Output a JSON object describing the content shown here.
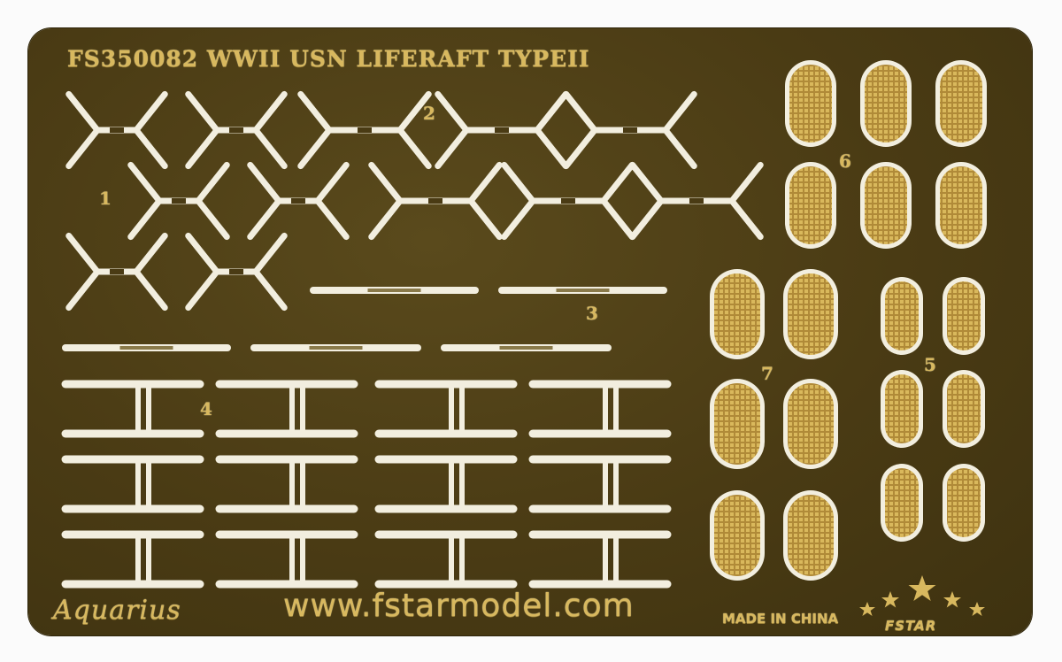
{
  "title": "FS350082 WWII USN LIFERAFT TYPEII",
  "brand": "Aquarius",
  "website": "www.fstarmodel.com",
  "origin": "MADE IN CHINA",
  "logo": {
    "text": "FSTAR",
    "icon": "five-stars-icon",
    "color": "#d8b85e"
  },
  "part_numbers": {
    "p1": "1",
    "p2": "2",
    "p3": "3",
    "p4": "4",
    "p5": "5",
    "p6": "6",
    "p7": "7"
  },
  "colors": {
    "brass": "#4a3b14",
    "etched": "#f2eedf",
    "grating": "#c9a34a",
    "text": "#d8b85e"
  }
}
